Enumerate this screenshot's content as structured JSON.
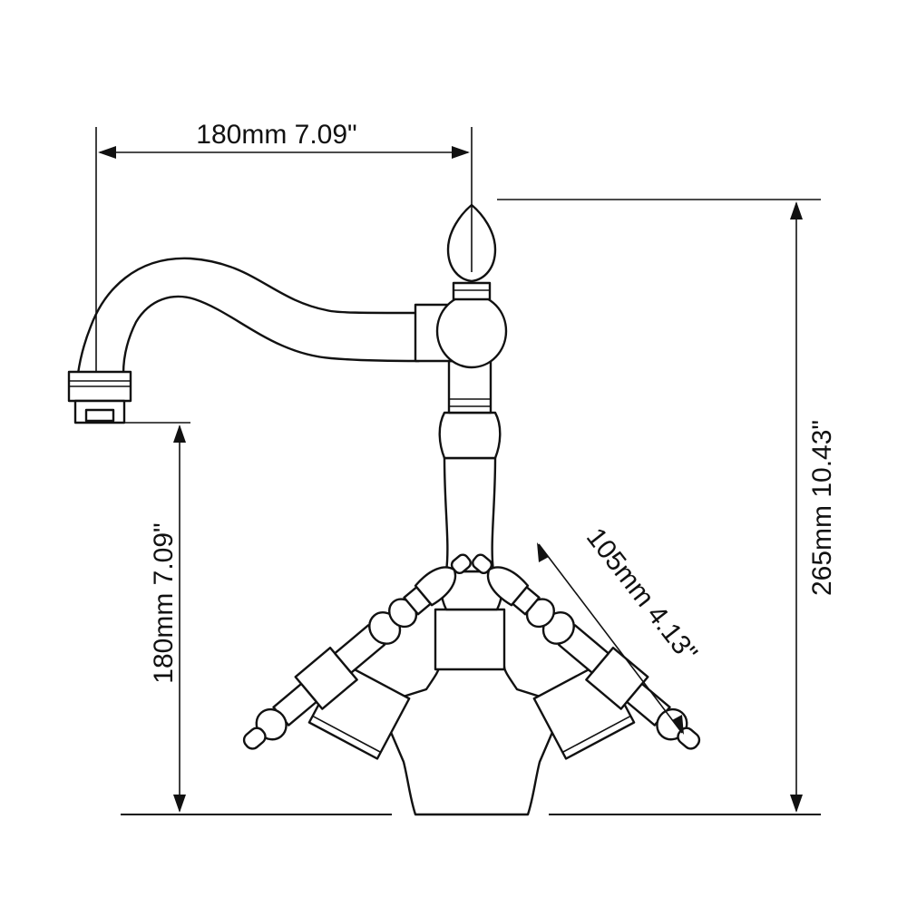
{
  "diagram": {
    "subject": "faucet-outline",
    "line_color": "#111111",
    "background": "#ffffff",
    "dimensions": {
      "spout_reach": "180mm 7.09\"",
      "spout_height": "180mm 7.09\"",
      "total_height": "265mm 10.43\"",
      "handle_length": "105mm 4.13\""
    }
  }
}
